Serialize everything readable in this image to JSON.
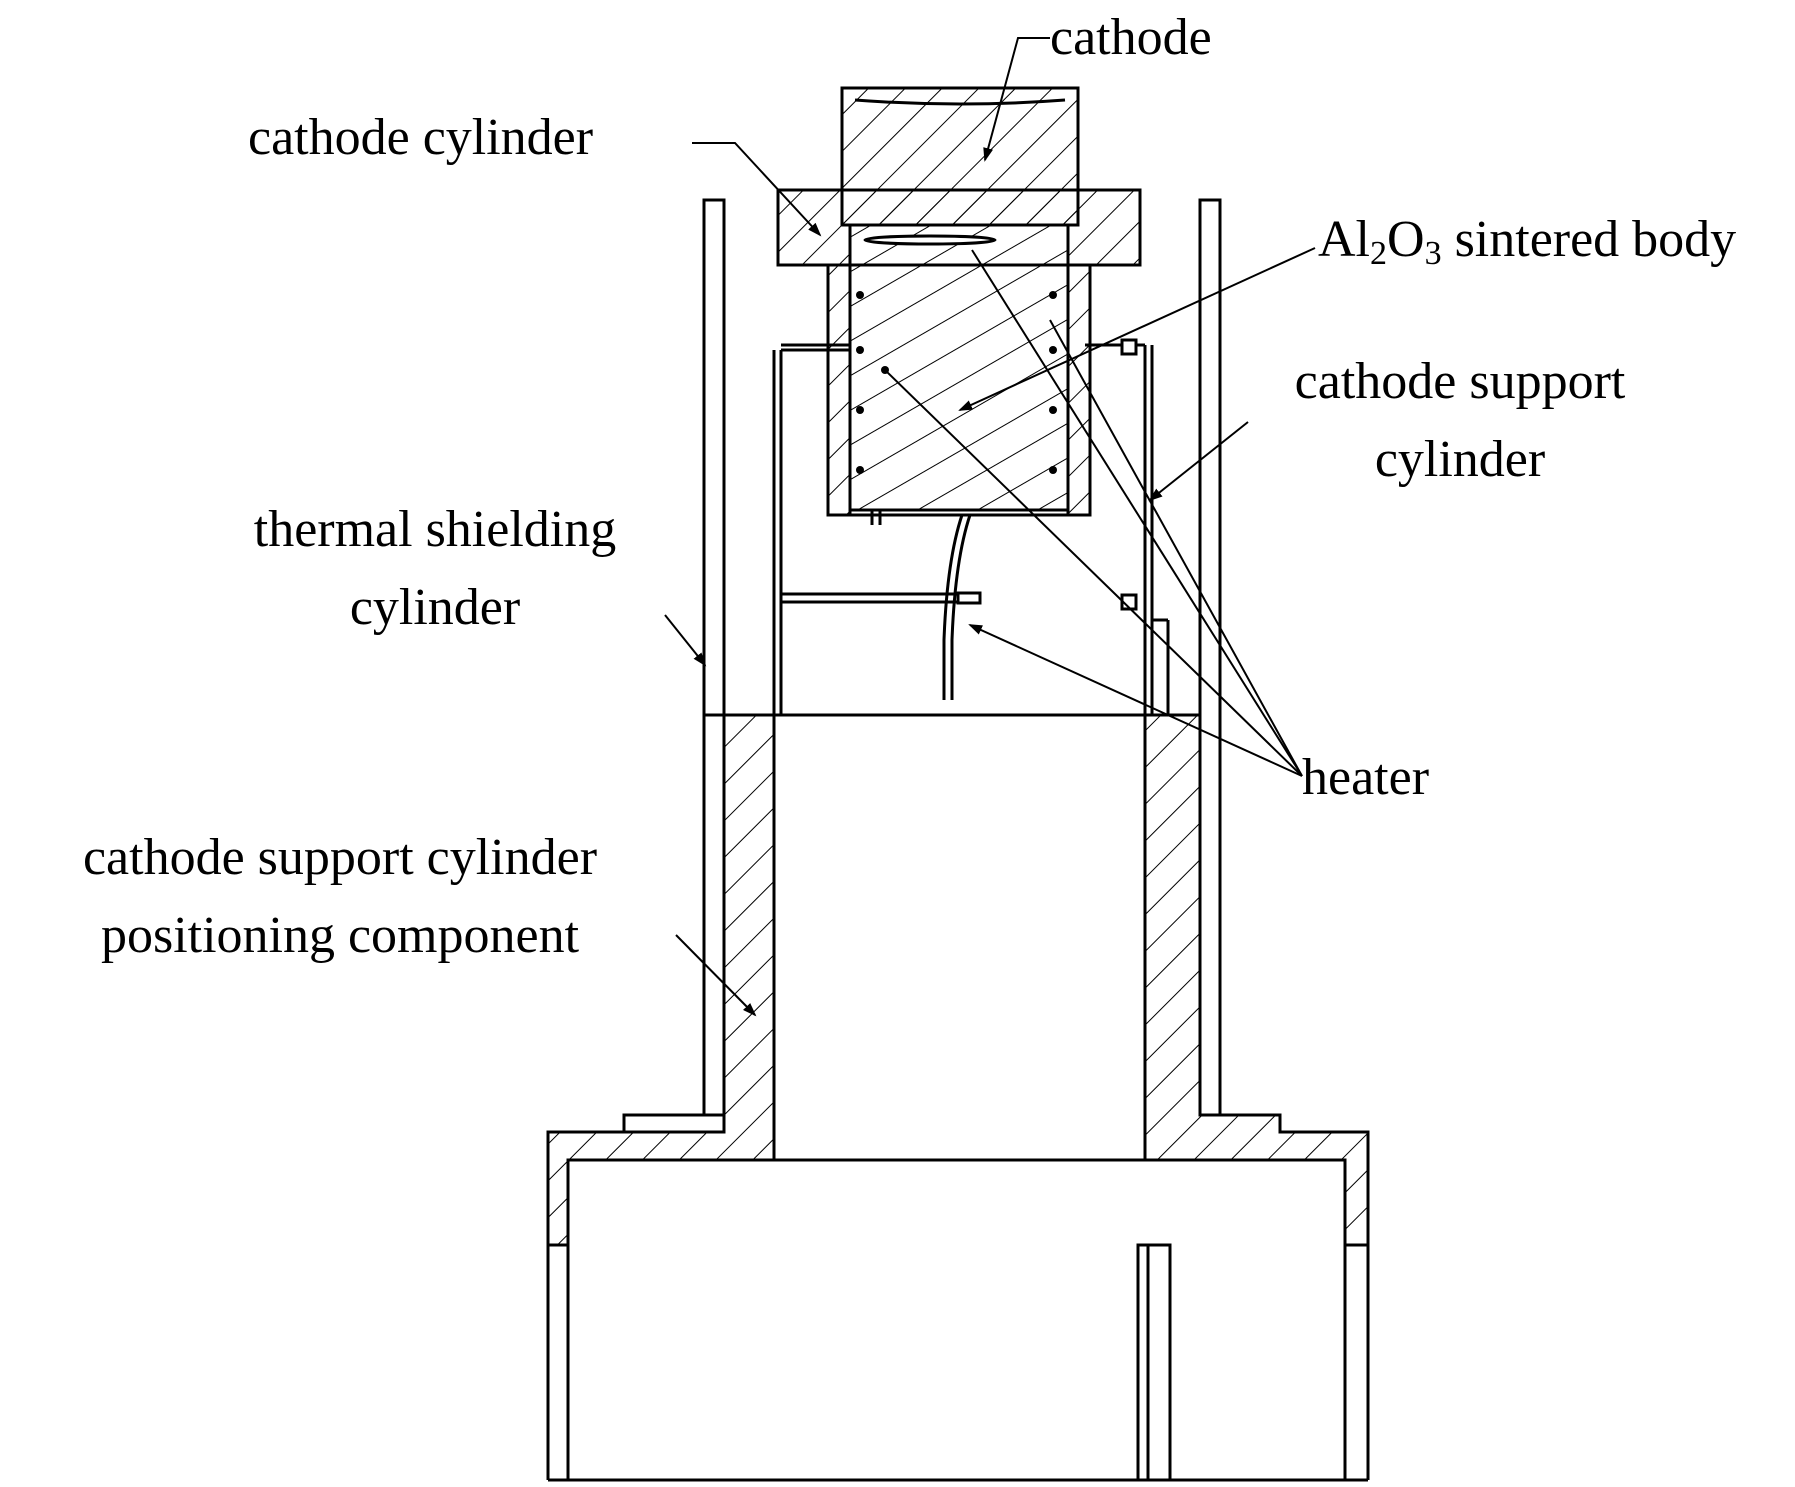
{
  "labels": {
    "cathode": "cathode",
    "cathode_cylinder": "cathode cylinder",
    "al2o3_prefix": "Al",
    "al2o3_sub1": "2",
    "al2o3_mid": "O",
    "al2o3_sub2": "3",
    "al2o3_suffix": " sintered body",
    "cathode_support_line1": "cathode support",
    "cathode_support_line2": "cylinder",
    "thermal_line1": "thermal shielding",
    "thermal_line2": "cylinder",
    "heater": "heater",
    "positioning_line1": "cathode support cylinder",
    "positioning_line2": "positioning component"
  },
  "colors": {
    "ink": "#000000",
    "background": "#ffffff"
  }
}
